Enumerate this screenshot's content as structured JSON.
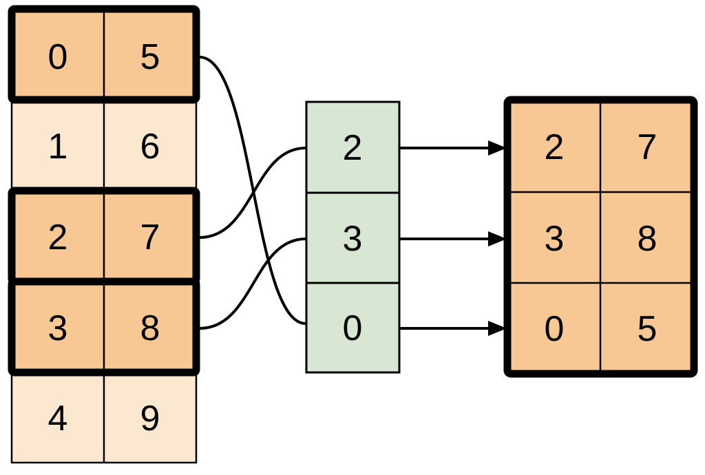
{
  "colors": {
    "highlight-fill": "#F7C794",
    "muted-fill": "#FCE8D1",
    "index-fill": "#D7E7D3",
    "line": "#000000",
    "background": "#FFFFFF"
  },
  "source_table": {
    "rows": [
      {
        "cells": [
          "0",
          "5"
        ],
        "highlighted": true
      },
      {
        "cells": [
          "1",
          "6"
        ],
        "highlighted": false
      },
      {
        "cells": [
          "2",
          "7"
        ],
        "highlighted": true
      },
      {
        "cells": [
          "3",
          "8"
        ],
        "highlighted": true
      },
      {
        "cells": [
          "4",
          "9"
        ],
        "highlighted": false
      }
    ]
  },
  "index_column": {
    "values": [
      "2",
      "3",
      "0"
    ]
  },
  "result_table": {
    "rows": [
      {
        "cells": [
          "2",
          "7"
        ]
      },
      {
        "cells": [
          "3",
          "8"
        ]
      },
      {
        "cells": [
          "0",
          "5"
        ]
      }
    ]
  },
  "mappings": {
    "source_row_to_index_slot": [
      {
        "source_row": 0,
        "index_slot": 2
      },
      {
        "source_row": 2,
        "index_slot": 0
      },
      {
        "source_row": 3,
        "index_slot": 1
      }
    ],
    "index_slot_to_result_row": [
      {
        "index_slot": 0,
        "result_row": 0
      },
      {
        "index_slot": 1,
        "result_row": 1
      },
      {
        "index_slot": 2,
        "result_row": 2
      }
    ]
  }
}
